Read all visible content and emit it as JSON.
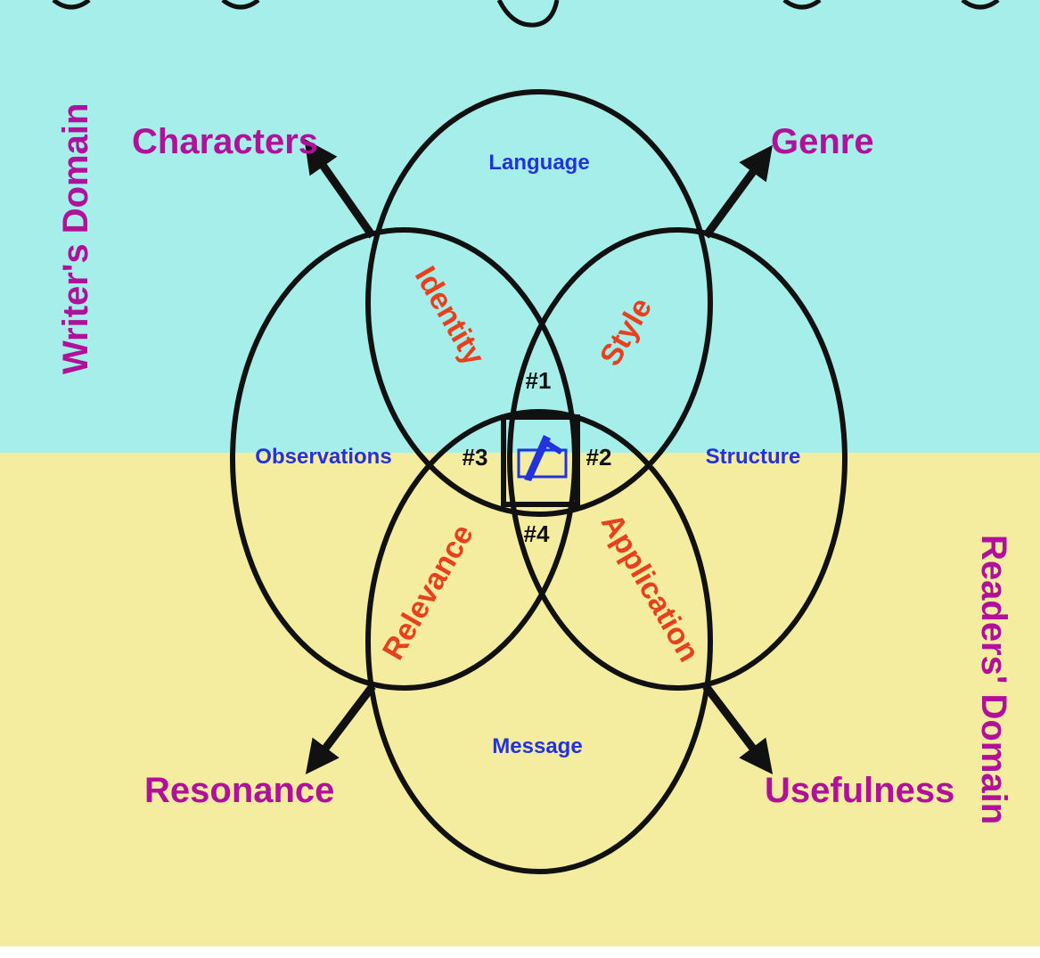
{
  "colors": {
    "top_band": "#a6eeea",
    "bottom_band": "#f4ec9e",
    "outer_label": "#b0109a",
    "inner_label": "#2233dd",
    "overlap_label": "#e8401c",
    "outline": "#111111"
  },
  "domains": {
    "writer": "Writer's Domain",
    "readers": "Readers' Domain"
  },
  "outcomes": {
    "characters": "Characters",
    "genre": "Genre",
    "resonance": "Resonance",
    "usefulness": "Usefulness"
  },
  "circles": {
    "top": "Language",
    "left": "Observations",
    "right": "Structure",
    "bottom": "Message"
  },
  "overlaps": {
    "identity": "Identity",
    "style": "Style",
    "relevance": "Relevance",
    "application": "Application"
  },
  "center_numbers": {
    "n1": "#1",
    "n2": "#2",
    "n3": "#3",
    "n4": "#4"
  },
  "icons": {
    "center": "pen-writing-icon",
    "arrows": "arrow-icon"
  }
}
